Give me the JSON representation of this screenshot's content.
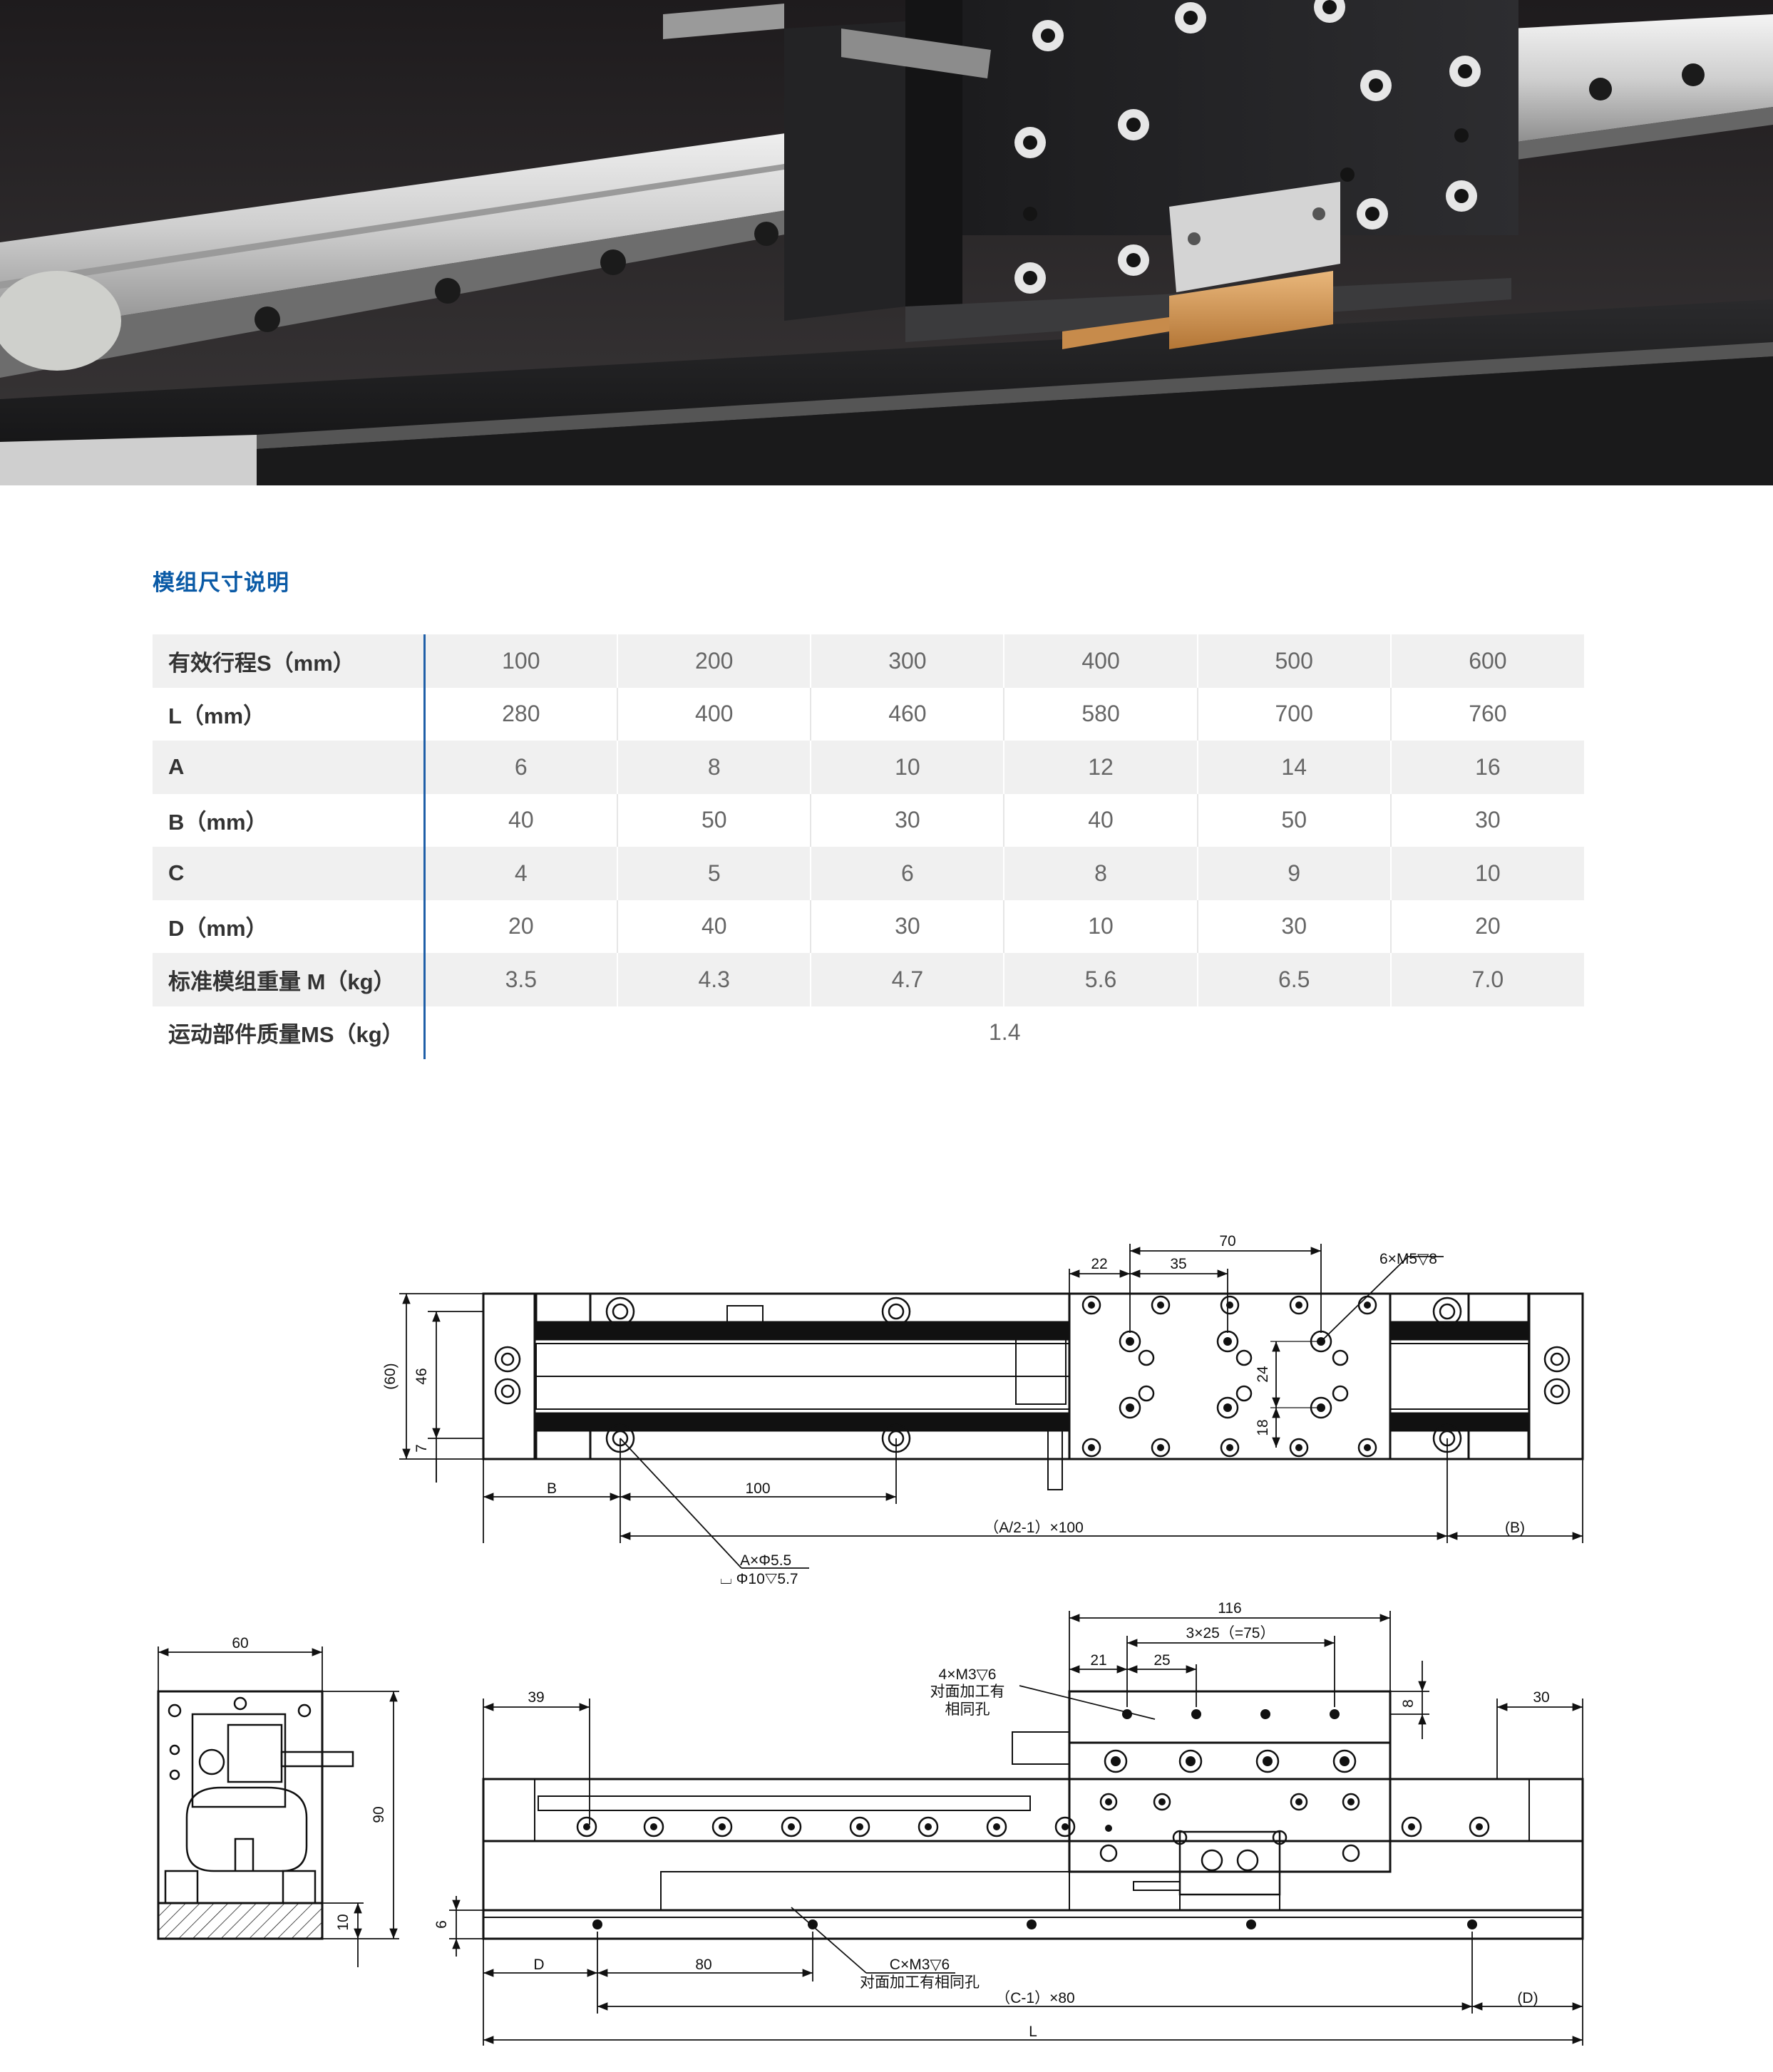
{
  "section_title": "模组尺寸说明",
  "table": {
    "rows": [
      {
        "label": "有效行程S（mm）",
        "values": [
          "100",
          "200",
          "300",
          "400",
          "500",
          "600"
        ]
      },
      {
        "label": "L（mm）",
        "values": [
          "280",
          "400",
          "460",
          "580",
          "700",
          "760"
        ]
      },
      {
        "label": "A",
        "values": [
          "6",
          "8",
          "10",
          "12",
          "14",
          "16"
        ]
      },
      {
        "label": "B（mm）",
        "values": [
          "40",
          "50",
          "30",
          "40",
          "50",
          "30"
        ]
      },
      {
        "label": "C",
        "values": [
          "4",
          "5",
          "6",
          "8",
          "9",
          "10"
        ]
      },
      {
        "label": "D（mm）",
        "values": [
          "20",
          "40",
          "30",
          "10",
          "30",
          "20"
        ]
      },
      {
        "label": "标准模组重量 M（kg）",
        "values": [
          "3.5",
          "4.3",
          "4.7",
          "5.6",
          "6.5",
          "7.0"
        ]
      },
      {
        "label": "运动部件质量MS（kg）",
        "span_value": "1.4"
      }
    ]
  },
  "drawing": {
    "top_view": {
      "dim_70": "70",
      "dim_22": "22",
      "dim_35": "35",
      "dim_6m5": "6×M5▽8",
      "dim_60": "(60)",
      "dim_46": "46",
      "dim_7": "7",
      "dim_24": "24",
      "dim_18": "18",
      "dim_b": "B",
      "dim_100": "100",
      "dim_a2": "（A/2-1）×100",
      "dim_b_paren": "(B)",
      "hole_note_1": "A×Φ5.5",
      "hole_note_2": "⌴ Φ10▽5.7"
    },
    "end_view": {
      "dim_60": "60",
      "dim_90": "90",
      "dim_10": "10"
    },
    "side_view": {
      "dim_116": "116",
      "dim_3x25": "3×25（=75）",
      "dim_21": "21",
      "dim_25": "25",
      "dim_4m3": "4×M3▽6",
      "note_4m3_1": "对面加工有",
      "note_4m3_2": "相同孔",
      "dim_8": "8",
      "dim_39": "39",
      "dim_30": "30",
      "dim_6": "6",
      "dim_d": "D",
      "dim_80": "80",
      "dim_cm3": "C×M3▽6",
      "note_cm3": "对面加工有相同孔",
      "dim_c1": "（C-1）×80",
      "dim_d_paren": "(D)",
      "dim_l": "L"
    }
  }
}
